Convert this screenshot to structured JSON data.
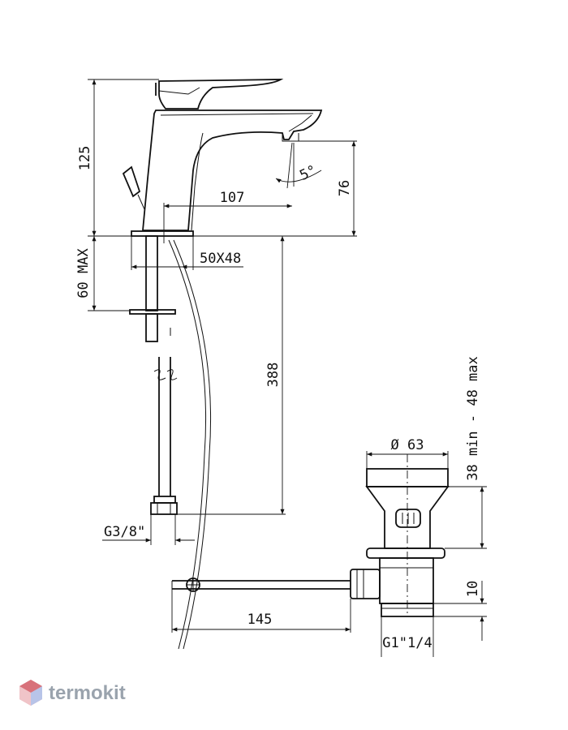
{
  "dimensions": {
    "height_total": "125",
    "spout_height": "76",
    "spout_reach": "107",
    "spout_angle": "5°",
    "deck_thickness": "60 MAX",
    "base_plate": "50X48",
    "hose_length": "388",
    "hose_thread": "G3/8\"",
    "drain_diameter": "Ø 63",
    "drain_height": "38 min - 48 max",
    "drain_rod_offset": "145",
    "drain_nut": "10",
    "drain_thread": "G1\"1/4"
  },
  "watermark": {
    "brand": "termokit",
    "color": "#9aa3ad"
  }
}
